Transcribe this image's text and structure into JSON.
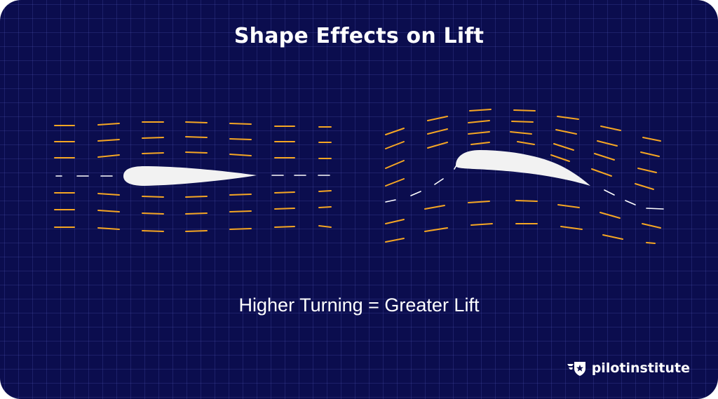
{
  "title": "Shape Effects on Lift",
  "caption": "Higher Turning = Greater Lift",
  "brand": {
    "name": "pilotinstitute",
    "icon": "pilot-wings-star-icon"
  },
  "colors": {
    "background": "#0b0d4e",
    "flow_lines": "#f5a623",
    "airfoil": "#f2f2f2",
    "streamline": "#ffffff"
  }
}
